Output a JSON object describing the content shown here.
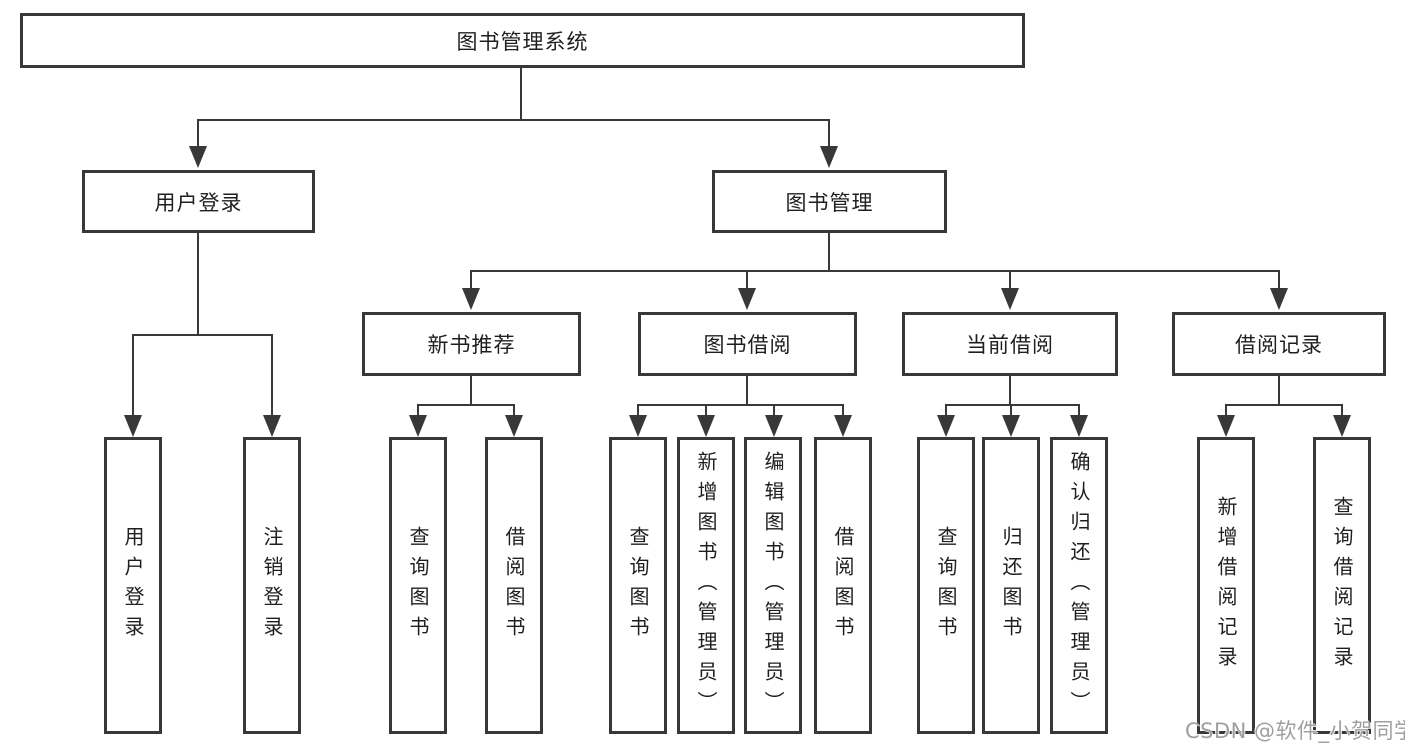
{
  "diagram": {
    "root": {
      "label": "图书管理系统"
    },
    "user_login": {
      "label": "用户登录",
      "children": [
        "用户登录",
        "注销登录"
      ]
    },
    "book_management": {
      "label": "图书管理",
      "sections": [
        {
          "label": "新书推荐",
          "children": [
            "查询图书",
            "借阅图书"
          ]
        },
        {
          "label": "图书借阅",
          "children": [
            "查询图书",
            "新增图书（管理员）",
            "编辑图书（管理员）",
            "借阅图书"
          ]
        },
        {
          "label": "当前借阅",
          "children": [
            "查询图书",
            "归还图书",
            "确认归还（管理员）"
          ]
        },
        {
          "label": "借阅记录",
          "children": [
            "新增借阅记录",
            "查询借阅记录"
          ]
        }
      ]
    },
    "watermark": "CSDN @软件_小贺同学",
    "colors": {
      "line": "#383838",
      "text": "#1f1f1f",
      "watermark": "#9f9f9f",
      "background": "#ffffff"
    }
  }
}
